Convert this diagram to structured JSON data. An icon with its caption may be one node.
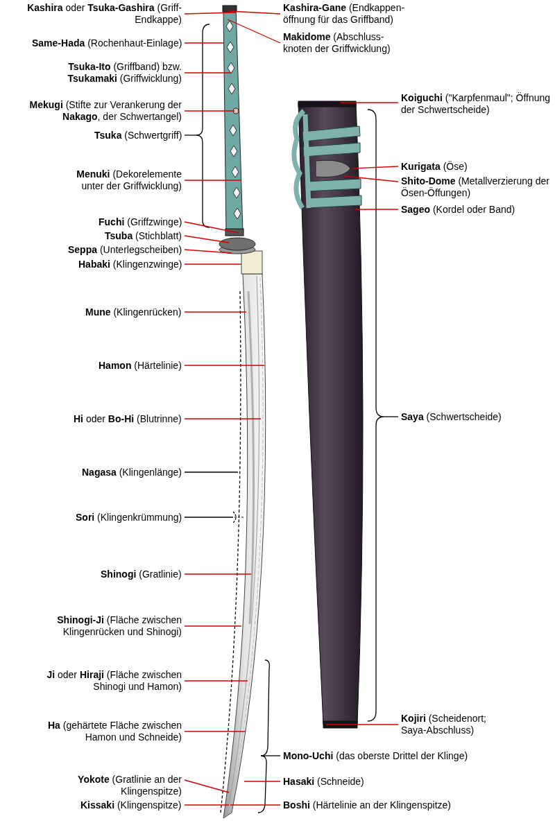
{
  "diagram": {
    "nodes": [
      {
        "text": [
          "**Kashira** oder **Tsuka-Gashira** (Griff-Endkappe)"
        ]
      },
      {
        "text": [
          "**Same-Hada** (Rochenhaut-Einlage)"
        ]
      },
      {
        "text": [
          "**Tsuka-Ito** (Griffband) bzw. **Tsukamaki** (Griffwicklung)"
        ]
      },
      {
        "text": [
          "**Mekugi** (Stifte zur Verankerung der **Nakago**, der Schwertangel)"
        ]
      },
      {
        "text": [
          "**Tsuka** (Schwertgriff)"
        ]
      },
      {
        "text": [
          "**Menuki** (Dekorelemente unter der Griffwicklung)"
        ]
      },
      {
        "text": [
          "**Fuchi** (Griffzwinge)"
        ]
      },
      {
        "text": [
          "**Tsuba** (Stichblatt)"
        ]
      },
      {
        "text": [
          "**Seppa** (Unterlegscheiben)"
        ]
      },
      {
        "text": [
          "**Habaki** (Klingenzwinge)"
        ]
      },
      {
        "text": [
          "**Mune** (Klingenrücken)"
        ]
      },
      {
        "text": [
          "**Hamon** (Härtelinie)"
        ]
      },
      {
        "text": [
          "**Hi** oder **Bo-Hi** (Blutrinne)"
        ]
      },
      {
        "text": [
          "**Nagasa** (Klingenlänge)"
        ]
      },
      {
        "text": [
          "**Sori** (Klingenkrümmung)"
        ]
      },
      {
        "text": [
          "**Shinogi** (Gratlinie)"
        ]
      },
      {
        "text": [
          "**Shinogi-Ji** (Fläche zwischen Klingenrücken und Shinogi)"
        ]
      },
      {
        "text": [
          "**Ji** oder **Hiraji** (Fläche zwischen Shinogi und Hamon)"
        ]
      },
      {
        "text": [
          "**Ha** (gehärtete Fläche zwischen Hamon und Schneide)"
        ]
      },
      {
        "text": [
          "**Yokote** (Gratlinie an der Klingenspitze)"
        ]
      },
      {
        "text": [
          "**Kissaki** (Klingenspitze)"
        ]
      },
      {
        "text": [
          "**Kashira-Gane** (Endkappen-öffnung für das Griffband)"
        ]
      },
      {
        "text": [
          "**Makidome** (Abschluss-knoten der Griffwicklung)"
        ]
      },
      {
        "text": [
          "**Koiguchi** (\"Karpfenmaul\"; Öffnung der Schwertscheide)"
        ]
      },
      {
        "text": [
          "**Kurigata** (Öse)"
        ]
      },
      {
        "text": [
          "**Shito-Dome** (Metallverzierung der Ösen-Öffungen)"
        ]
      },
      {
        "text": [
          "**Sageo** (Kordel oder Band)"
        ]
      },
      {
        "text": [
          "**Saya** (Schwertscheide)"
        ]
      },
      {
        "text": [
          "**Kojiri** (Scheidenort; Saya-Abschluss)"
        ]
      },
      {
        "text": [
          "**Mono-Uchi** (das oberste Drittel der Klinge)"
        ]
      },
      {
        "text": [
          "**Hasaki** (Schneide)"
        ]
      },
      {
        "text": [
          "**Boshi** (Härtelinie an der Klingenspitze)"
        ]
      },
      {
        "text": [],
        "shape": "picture"
      },
      {
        "text": [],
        "shape": "picture"
      },
      {
        "text": [],
        "shape": "bracket"
      },
      {
        "text": [],
        "shape": "bracket"
      },
      {
        "text": [],
        "shape": "bracket"
      },
      {
        "text": [],
        "shape": "line"
      },
      {
        "text": [],
        "shape": "line"
      }
    ],
    "edges": [
      {
        "from": 0,
        "to": 32,
        "arrow": "none"
      },
      {
        "from": 1,
        "to": 32,
        "arrow": "none"
      },
      {
        "from": 2,
        "to": 32,
        "arrow": "none"
      },
      {
        "from": 3,
        "to": 32,
        "arrow": "none"
      },
      {
        "from": 4,
        "to": 34,
        "arrow": "none",
        "color": "#000000"
      },
      {
        "from": 5,
        "to": 32,
        "arrow": "none"
      },
      {
        "from": 6,
        "to": 32,
        "arrow": "none"
      },
      {
        "from": 7,
        "to": 32,
        "arrow": "none"
      },
      {
        "from": 8,
        "to": 32,
        "arrow": "none"
      },
      {
        "from": 9,
        "to": 32,
        "arrow": "none"
      },
      {
        "from": 10,
        "to": 32,
        "arrow": "none"
      },
      {
        "from": 11,
        "to": 32,
        "arrow": "none"
      },
      {
        "from": 12,
        "to": 32,
        "arrow": "none"
      },
      {
        "from": 13,
        "to": 37,
        "arrow": "none",
        "color": "#000000"
      },
      {
        "from": 14,
        "to": 38,
        "arrow": "none",
        "color": "#000000"
      },
      {
        "from": 15,
        "to": 32,
        "arrow": "none"
      },
      {
        "from": 16,
        "to": 32,
        "arrow": "none"
      },
      {
        "from": 17,
        "to": 32,
        "arrow": "none"
      },
      {
        "from": 18,
        "to": 32,
        "arrow": "none"
      },
      {
        "from": 19,
        "to": 32,
        "arrow": "none"
      },
      {
        "from": 20,
        "to": 32,
        "arrow": "none"
      },
      {
        "from": 21,
        "to": 32,
        "arrow": "none"
      },
      {
        "from": 22,
        "to": 32,
        "arrow": "none"
      },
      {
        "from": 23,
        "to": 33,
        "arrow": "none"
      },
      {
        "from": 24,
        "to": 33,
        "arrow": "none"
      },
      {
        "from": 25,
        "to": 33,
        "arrow": "none"
      },
      {
        "from": 26,
        "to": 33,
        "arrow": "none"
      },
      {
        "from": 27,
        "to": 35,
        "arrow": "none",
        "color": "#000000"
      },
      {
        "from": 28,
        "to": 33,
        "arrow": "none"
      },
      {
        "from": 29,
        "to": 36,
        "arrow": "none",
        "color": "#000000"
      },
      {
        "from": 30,
        "to": 32,
        "arrow": "none"
      },
      {
        "from": 31,
        "to": 32,
        "arrow": "none"
      }
    ]
  }
}
